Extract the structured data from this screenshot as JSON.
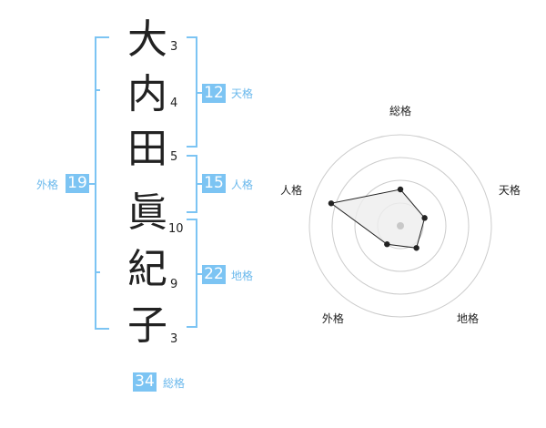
{
  "name": {
    "characters": [
      {
        "char": "大",
        "strokes": "3"
      },
      {
        "char": "内",
        "strokes": "4"
      },
      {
        "char": "田",
        "strokes": "5"
      },
      {
        "char": "眞",
        "strokes": "10"
      },
      {
        "char": "紀",
        "strokes": "9"
      },
      {
        "char": "子",
        "strokes": "3"
      }
    ]
  },
  "fortune": {
    "tenkaku": {
      "value": "12",
      "label": "天格"
    },
    "jinkaku": {
      "value": "15",
      "label": "人格"
    },
    "chikaku": {
      "value": "22",
      "label": "地格"
    },
    "gaikaku": {
      "value": "19",
      "label": "外格"
    },
    "soukaku": {
      "value": "34",
      "label": "総格"
    }
  },
  "chart_data": {
    "type": "radar",
    "axes": [
      "総格",
      "天格",
      "地格",
      "外格",
      "人格"
    ],
    "values": [
      0.4,
      0.28,
      0.3,
      0.25,
      0.8
    ],
    "rings": 4,
    "colors": {
      "fill": "#eeeeee",
      "stroke": "#222222",
      "ring": "#cccccc",
      "center": "#c8c8c8",
      "accent": "#7cc4f3"
    }
  }
}
